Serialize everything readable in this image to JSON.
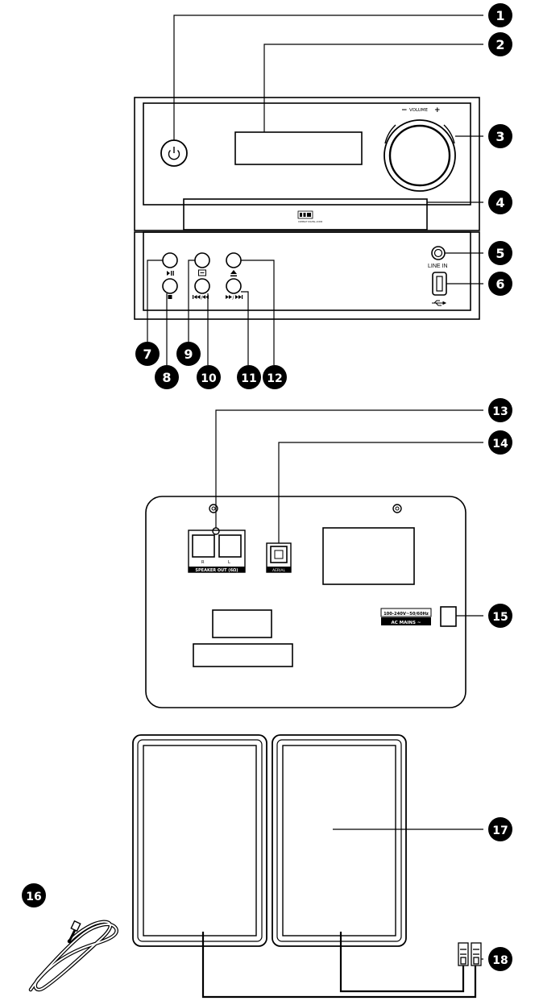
{
  "front_panel": {
    "volume_label": "VOLUME",
    "volume_minus": "−",
    "volume_plus": "+",
    "line_in_label": "LINE IN",
    "disc_logo_text": "COMPACT DIGITAL AUDIO",
    "usb_symbol": "⭍"
  },
  "back_panel": {
    "speaker_out_label": "SPEAKER OUT (6Ω)",
    "r_label": "R",
    "l_label": "L",
    "aerial_label": "AERIAL",
    "mains_voltage": "100-240V~50/60Hz",
    "mains_label": "AC MAINS ~"
  },
  "callouts": [
    "1",
    "2",
    "3",
    "4",
    "5",
    "6",
    "7",
    "8",
    "9",
    "10",
    "11",
    "12",
    "13",
    "14",
    "15",
    "16",
    "17",
    "18"
  ],
  "icons": {
    "power": "power-icon",
    "play_pause": "play-pause-icon",
    "stop": "stop-icon",
    "source": "source-icon",
    "prev": "skip-back-icon",
    "eject": "eject-icon",
    "next": "skip-forward-icon",
    "usb": "usb-icon"
  }
}
